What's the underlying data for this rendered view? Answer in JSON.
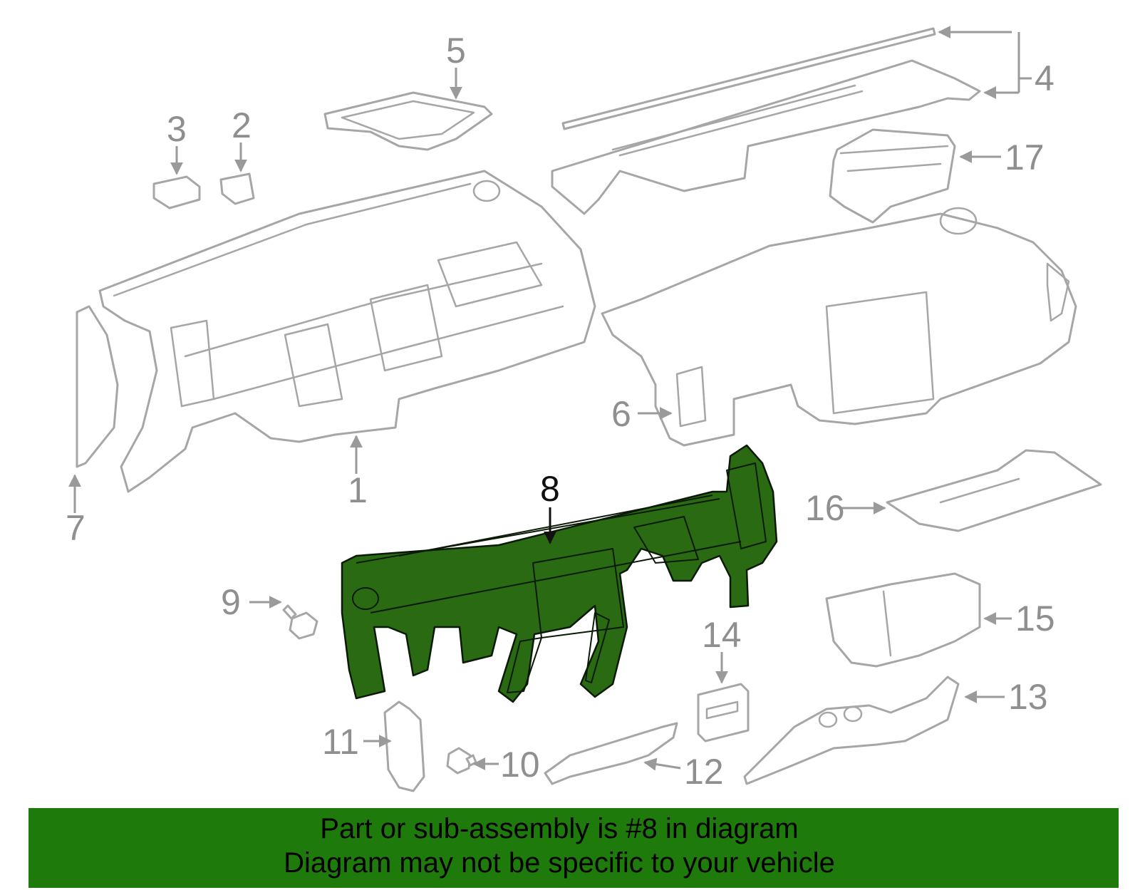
{
  "diagram": {
    "highlight_color": "#2a6a12",
    "line_color": "#a6a6a6",
    "callouts": [
      "1",
      "2",
      "3",
      "4",
      "5",
      "6",
      "7",
      "8",
      "9",
      "10",
      "11",
      "12",
      "13",
      "14",
      "15",
      "16",
      "17"
    ],
    "highlighted_callout": "8"
  },
  "caption": {
    "background": "#1f7a0c",
    "line1": "Part or sub-assembly is #8 in diagram",
    "line2": "Diagram may not be specific to your vehicle"
  }
}
